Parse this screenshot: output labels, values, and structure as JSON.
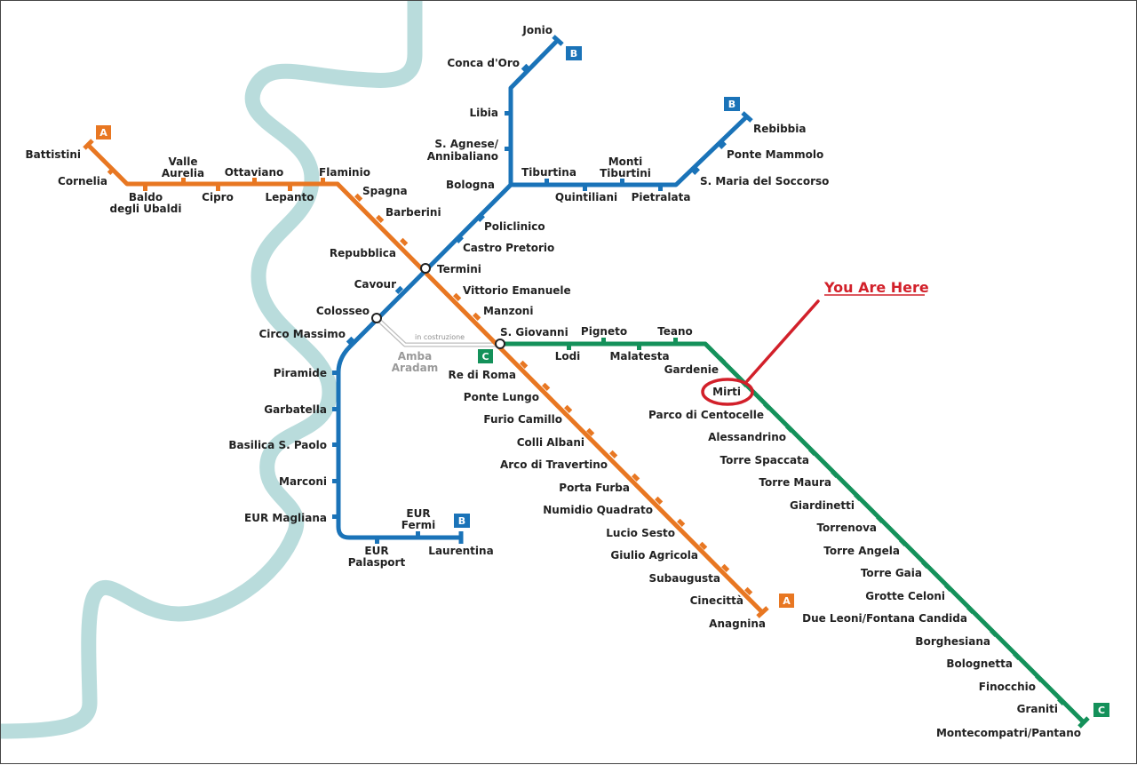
{
  "colors": {
    "line_a": "#e87722",
    "line_b": "#1a73b8",
    "line_c": "#14915a",
    "river": "#b9dcdc",
    "under_construction": "#bdbdbd",
    "marker": "#d2202a"
  },
  "lines": {
    "A": {
      "badge": "A",
      "stations": [
        "Battistini",
        "Cornelia",
        "Baldo degli Ubaldi",
        "Valle Aurelia",
        "Cipro",
        "Ottaviano",
        "Lepanto",
        "Flaminio",
        "Spagna",
        "Barberini",
        "Repubblica",
        "Termini",
        "Vittorio Emanuele",
        "Manzoni",
        "S. Giovanni",
        "Re di Roma",
        "Ponte Lungo",
        "Furio Camillo",
        "Colli Albani",
        "Arco di Travertino",
        "Porta Furba",
        "Numidio Quadrato",
        "Lucio Sesto",
        "Giulio Agricola",
        "Subaugusta",
        "Cinecittà",
        "Anagnina"
      ]
    },
    "B": {
      "badge": "B",
      "stations": [
        "Jonio",
        "Conca d'Oro",
        "Libia",
        "S. Agnese/ Annibaliano",
        "Bologna",
        "Tiburtina",
        "Quintiliani",
        "Monti Tiburtini",
        "Pietralata",
        "S. Maria del Soccorso",
        "Ponte Mammolo",
        "Rebibbia",
        "Policlinico",
        "Castro Pretorio",
        "Termini",
        "Cavour",
        "Colosseo",
        "Circo Massimo",
        "Piramide",
        "Garbatella",
        "Basilica S. Paolo",
        "Marconi",
        "EUR Magliana",
        "EUR Palasport",
        "EUR Fermi",
        "Laurentina"
      ]
    },
    "C": {
      "badge": "C",
      "stations": [
        "S. Giovanni",
        "Lodi",
        "Pigneto",
        "Malatesta",
        "Teano",
        "Gardenie",
        "Mirti",
        "Parco di Centocelle",
        "Alessandrino",
        "Torre Spaccata",
        "Torre Maura",
        "Giardinetti",
        "Torrenova",
        "Torre Angela",
        "Torre Gaia",
        "Grotte Celoni",
        "Due Leoni/Fontana Candida",
        "Borghesiana",
        "Bolognetta",
        "Finocchio",
        "Graniti",
        "Montecompatri/Pantano"
      ]
    }
  },
  "under_construction": {
    "label": "in costruzione",
    "station": "Amba Aradam"
  },
  "you_are_here": {
    "text": "You Are Here",
    "station": "Mirti"
  }
}
